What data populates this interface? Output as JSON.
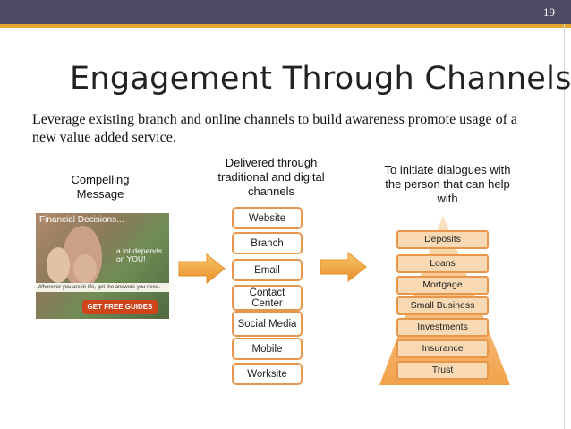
{
  "slide": {
    "page_number": "19",
    "title": "Engagement Through Channels",
    "subtitle": "Leverage existing branch and online channels to build awareness promote usage of a new value added service."
  },
  "captions": {
    "left": "Compelling Message",
    "middle": "Delivered through traditional and digital channels",
    "right": "To initiate dialogues with the person that can help with"
  },
  "ad": {
    "heading": "Financial Decisions...",
    "tagline": "a lot depends on YOU!",
    "strip": "Wherever you are in life, get the answers you need.",
    "button": "GET FREE GUIDES"
  },
  "channels": [
    "Website",
    "Branch",
    "Email",
    "Contact Center",
    "Social Media",
    "Mobile",
    "Worksite"
  ],
  "pyramid": [
    "Deposits",
    "Loans",
    "Mortgage",
    "Small Business",
    "Investments",
    "Insurance",
    "Trust"
  ],
  "colors": {
    "bar": "#4d4b63",
    "accent": "#e6a630",
    "box_border": "#e8964c",
    "pyramid_fill": "#f9d9b3",
    "arrow": "#f2a93b"
  },
  "icons": [
    "right-arrow-icon",
    "right-arrow-icon"
  ]
}
